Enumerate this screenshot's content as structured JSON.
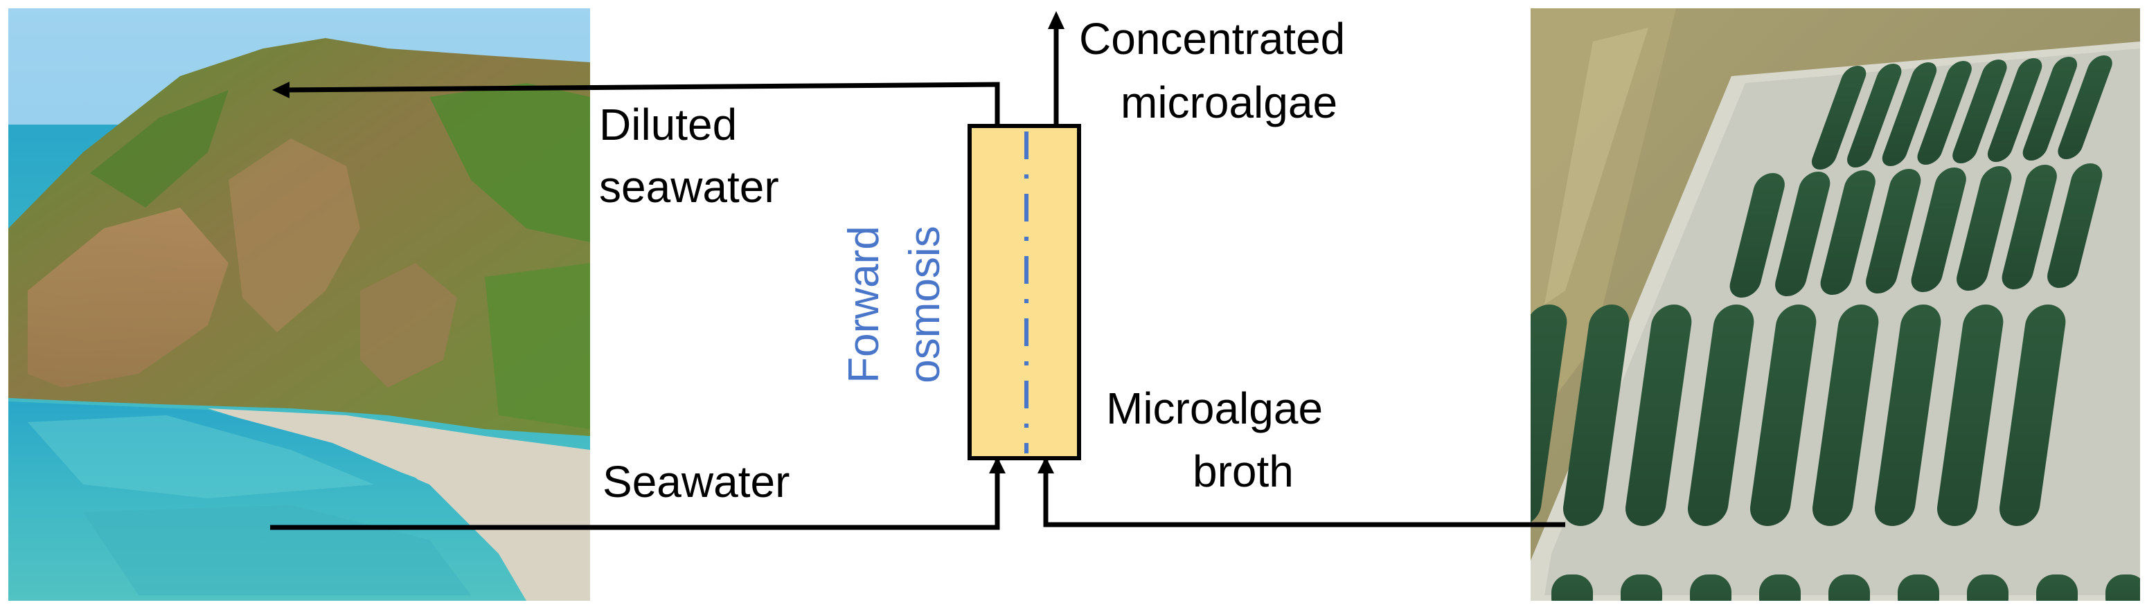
{
  "labels": {
    "concentrated_line1": "Concentrated",
    "concentrated_line2": "microalgae",
    "diluted_line1": "Diluted",
    "diluted_line2": "seawater",
    "seawater": "Seawater",
    "broth_line1": "Microalgae",
    "broth_line2": "broth",
    "module_line1": "Forward",
    "module_line2": "osmosis"
  },
  "photos": {
    "left": "coastal-headland-photo",
    "right": "raceway-ponds-photo"
  },
  "colors": {
    "module_fill": "#fde08f",
    "module_stroke": "#000000",
    "membrane": "#4a76c9",
    "module_text": "#4a76c9",
    "arrow": "#000000"
  }
}
